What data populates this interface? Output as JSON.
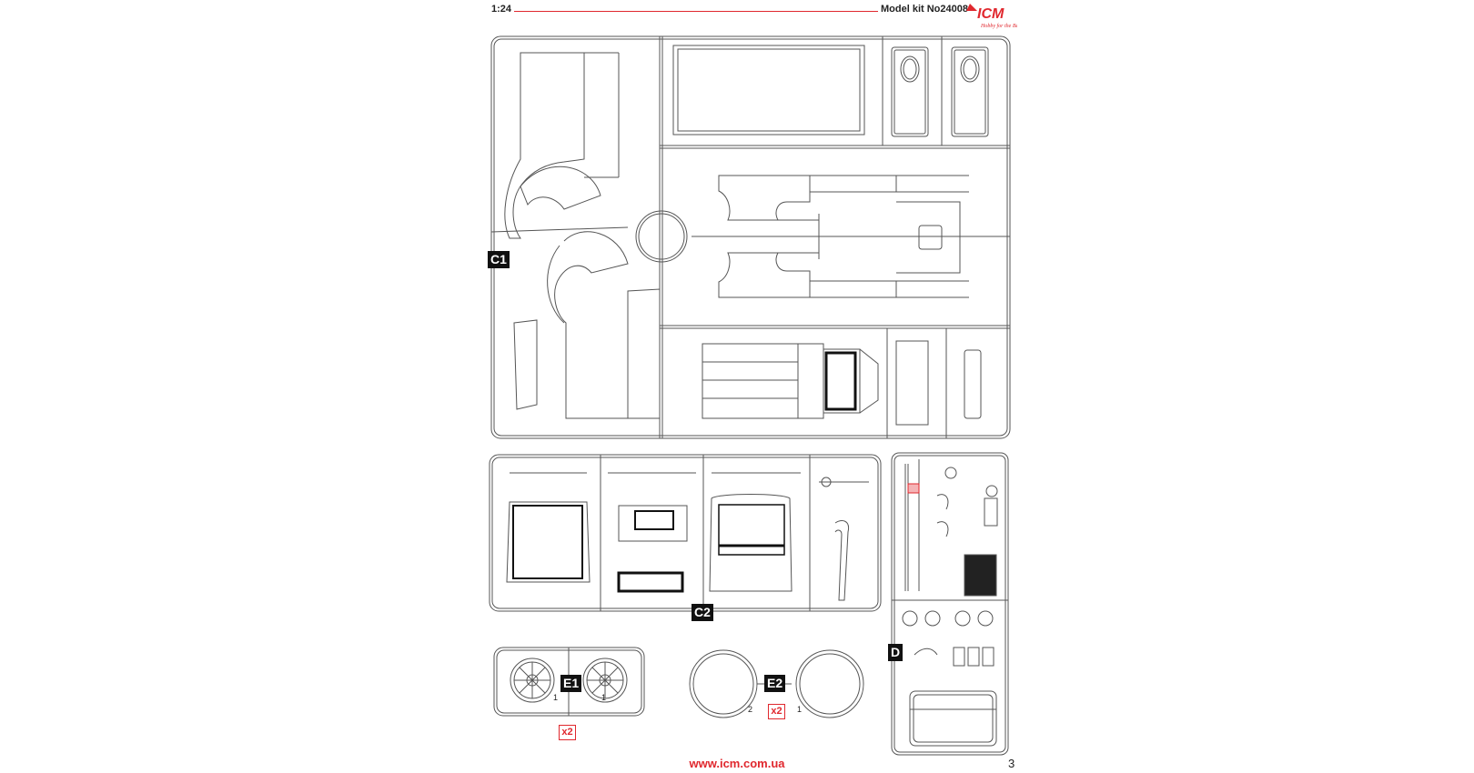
{
  "header": {
    "scale": "1:24",
    "kit_label": "Model kit No24008",
    "logo_text": "ICM",
    "logo_tagline": "Hobby for the Best"
  },
  "sprues": {
    "c1": "C1",
    "c2": "C2",
    "d": "D",
    "e1": "E1",
    "e2": "E2"
  },
  "multipliers": {
    "e1": "x2",
    "e2": "x2"
  },
  "part_numbers": {
    "e1_left": "1",
    "e1_right": "1",
    "e2_left": "2",
    "e2_right": "1"
  },
  "footer": {
    "url": "www.icm.com.ua",
    "page": "3"
  },
  "colors": {
    "accent": "#e0282e",
    "line": "#555555",
    "tag_bg": "#111111"
  }
}
